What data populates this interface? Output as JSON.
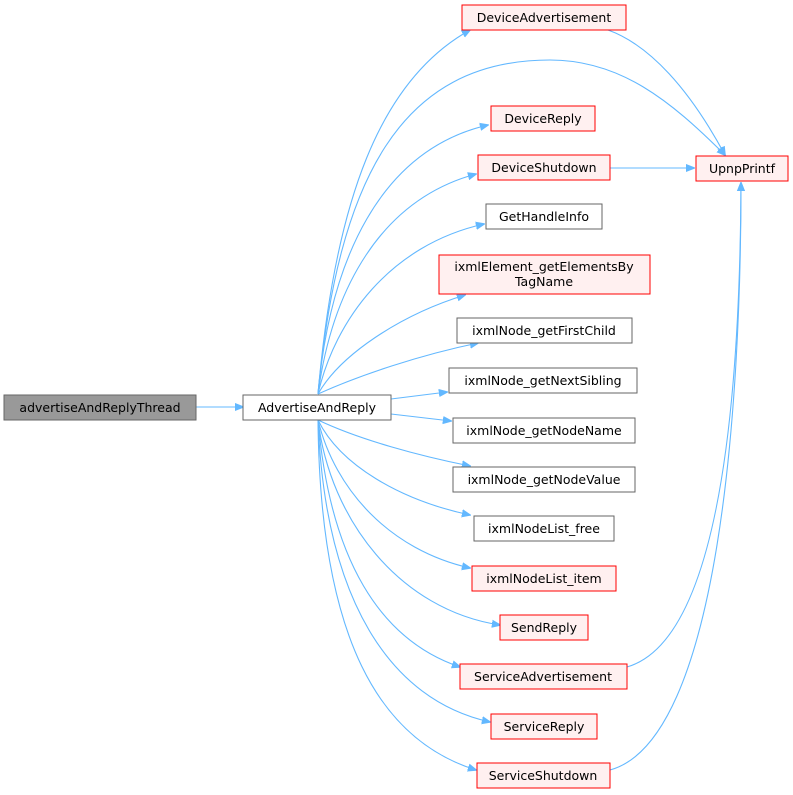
{
  "graph": {
    "nodes": {
      "root": "advertiseAndReplyThread",
      "advertise_and_reply": "AdvertiseAndReply",
      "device_advertisement": "DeviceAdvertisement",
      "upnp_printf": "UpnpPrintf",
      "device_reply": "DeviceReply",
      "device_shutdown": "DeviceShutdown",
      "get_handle_info": "GetHandleInfo",
      "ixml_element_get_elements_by_tag_name_line1": "ixmlElement_getElementsBy",
      "ixml_element_get_elements_by_tag_name_line2": "TagName",
      "ixml_node_get_first_child": "ixmlNode_getFirstChild",
      "ixml_node_get_next_sibling": "ixmlNode_getNextSibling",
      "ixml_node_get_node_name": "ixmlNode_getNodeName",
      "ixml_node_get_node_value": "ixmlNode_getNodeValue",
      "ixml_node_list_free": "ixmlNodeList_free",
      "ixml_node_list_item": "ixmlNodeList_item",
      "send_reply": "SendReply",
      "service_advertisement": "ServiceAdvertisement",
      "service_reply": "ServiceReply",
      "service_shutdown": "ServiceShutdown"
    },
    "colors": {
      "edge": "#63b8ff",
      "root_fill": "#999999",
      "root_border": "#666666",
      "plain_fill": "#ffffff",
      "plain_border": "#666666",
      "highlight_fill": "#fff0f0",
      "highlight_border": "#ff0000"
    }
  }
}
